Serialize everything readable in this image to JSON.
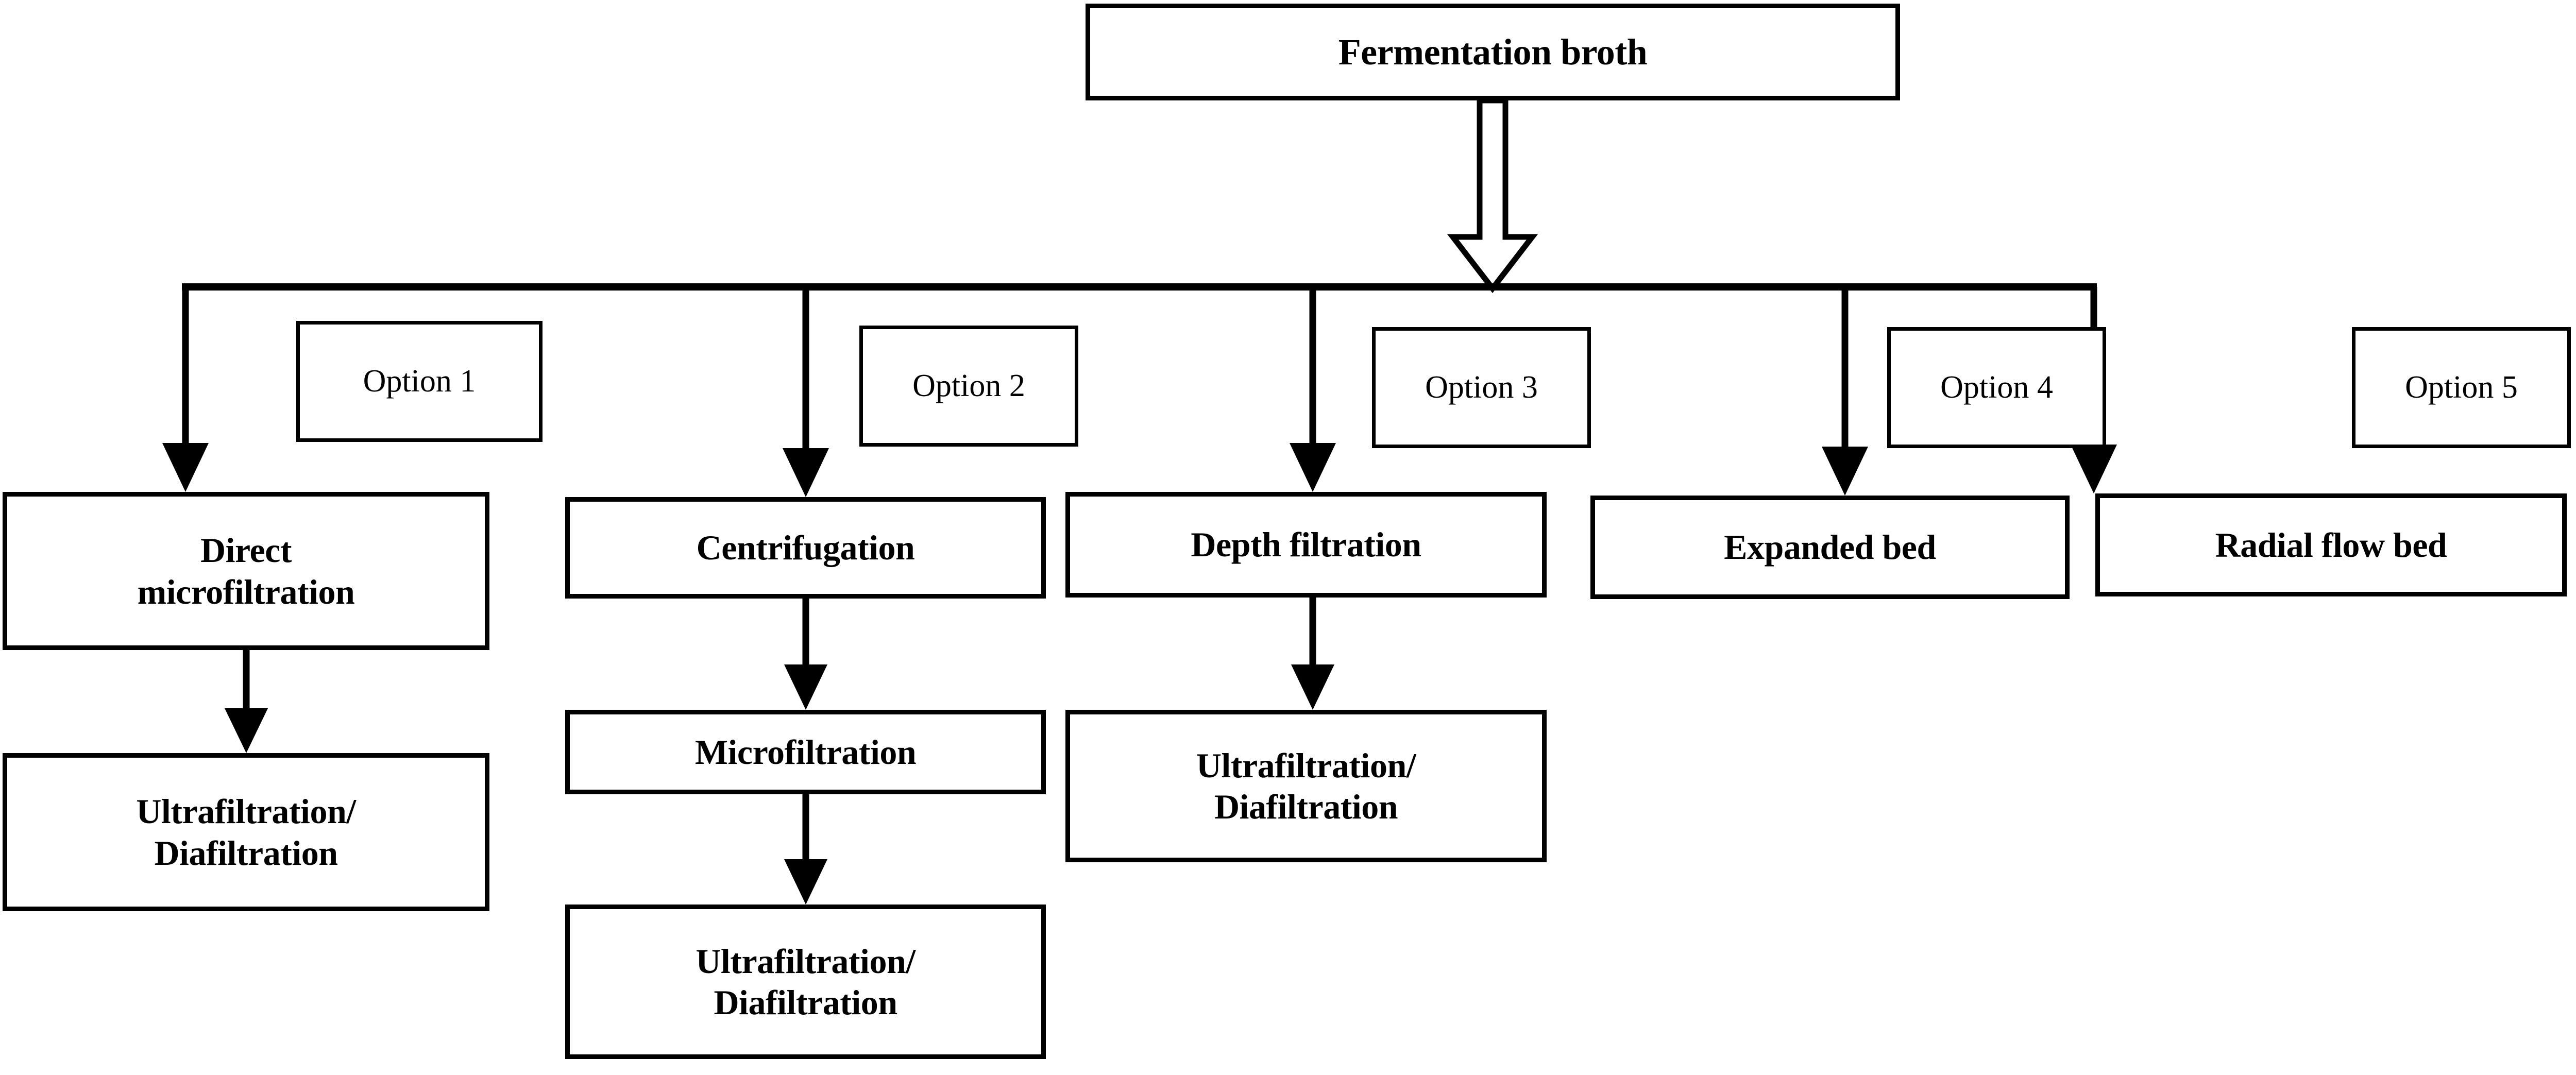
{
  "diagram": {
    "title_node": {
      "label": "Fermentation broth"
    },
    "option_labels": [
      {
        "label": "Option 1"
      },
      {
        "label": "Option 2"
      },
      {
        "label": "Option 3"
      },
      {
        "label": "Option 4"
      },
      {
        "label": "Option 5"
      }
    ],
    "columns": [
      {
        "option": "Option 1",
        "steps": [
          {
            "label": "Direct\nmicrofiltration"
          },
          {
            "label": "Ultrafiltration/\nDiafiltration"
          }
        ]
      },
      {
        "option": "Option 2",
        "steps": [
          {
            "label": "Centrifugation"
          },
          {
            "label": "Microfiltration"
          },
          {
            "label": "Ultrafiltration/\nDiafiltration"
          }
        ]
      },
      {
        "option": "Option 3",
        "steps": [
          {
            "label": "Depth filtration"
          },
          {
            "label": "Ultrafiltration/\nDiafiltration"
          }
        ]
      },
      {
        "option": "Option 4",
        "steps": [
          {
            "label": "Expanded bed"
          }
        ]
      },
      {
        "option": "Option 5",
        "steps": [
          {
            "label": "Radial flow bed"
          }
        ]
      }
    ],
    "nodes": {
      "c1s1": "Direct\nmicrofiltration",
      "c1s2": "Ultrafiltration/\nDiafiltration",
      "c2s1": "Centrifugation",
      "c2s2": "Microfiltration",
      "c2s3": "Ultrafiltration/\nDiafiltration",
      "c3s1": "Depth filtration",
      "c3s2": "Ultrafiltration/\nDiafiltration",
      "c4s1": "Expanded bed",
      "c5s1": "Radial flow bed"
    },
    "colors": {
      "stroke": "#000000",
      "fill": "#ffffff",
      "text": "#000000"
    }
  }
}
